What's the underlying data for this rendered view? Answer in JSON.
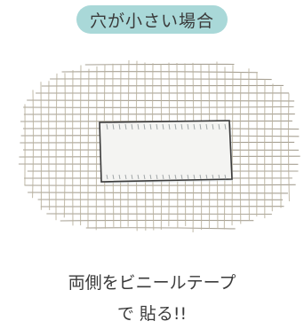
{
  "title": "穴が小さい場合",
  "caption": {
    "line1": "両側をビニールテープ",
    "line2": "で 貼る!!"
  },
  "colors": {
    "title_badge": "#a9d8d8",
    "mesh_line": "#8a8270",
    "mesh_cross": "#b8b09c",
    "tape": "#f4f4f2",
    "tape_shadow": "#cfd6d8",
    "ink": "#3a3a3a"
  },
  "icons": {
    "illustration": "window-screen-mesh-with-tape-patch"
  }
}
